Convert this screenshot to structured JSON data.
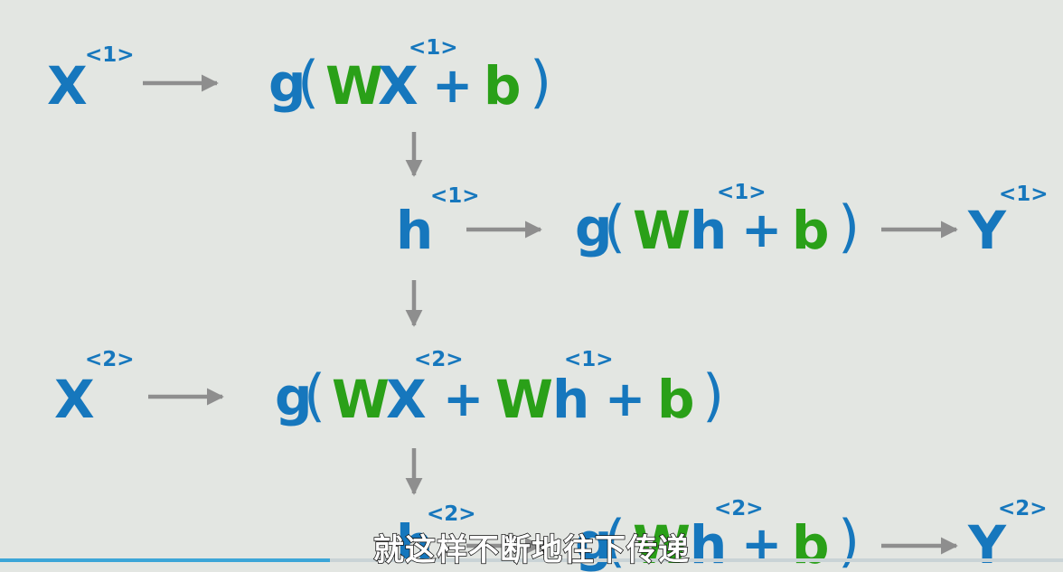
{
  "colors": {
    "background": "#e3e6e2",
    "blue": "#1677bd",
    "green": "#2aa018",
    "arrow": "#8e8e8e",
    "progress": "#3ca6d8"
  },
  "playback_progress": 0.31,
  "subtitle": "就这样不断地往下传递",
  "equations": {
    "x1": {
      "base": "X",
      "sup": "<1>"
    },
    "x2": {
      "base": "X",
      "sup": "<2>"
    },
    "h1": {
      "base": "h",
      "sup": "<1>"
    },
    "h2": {
      "base": "h",
      "sup": "<2>"
    },
    "y1": {
      "base": "Y",
      "sup": "<1>"
    },
    "y2": {
      "base": "Y",
      "sup": "<2>"
    },
    "g": "g",
    "open_paren": "(",
    "close_paren": ")",
    "w": "W",
    "plus": "+",
    "b": "b",
    "x_letter": "X",
    "h_letter": "h",
    "sup1": "<1>",
    "sup2": "<2>"
  }
}
